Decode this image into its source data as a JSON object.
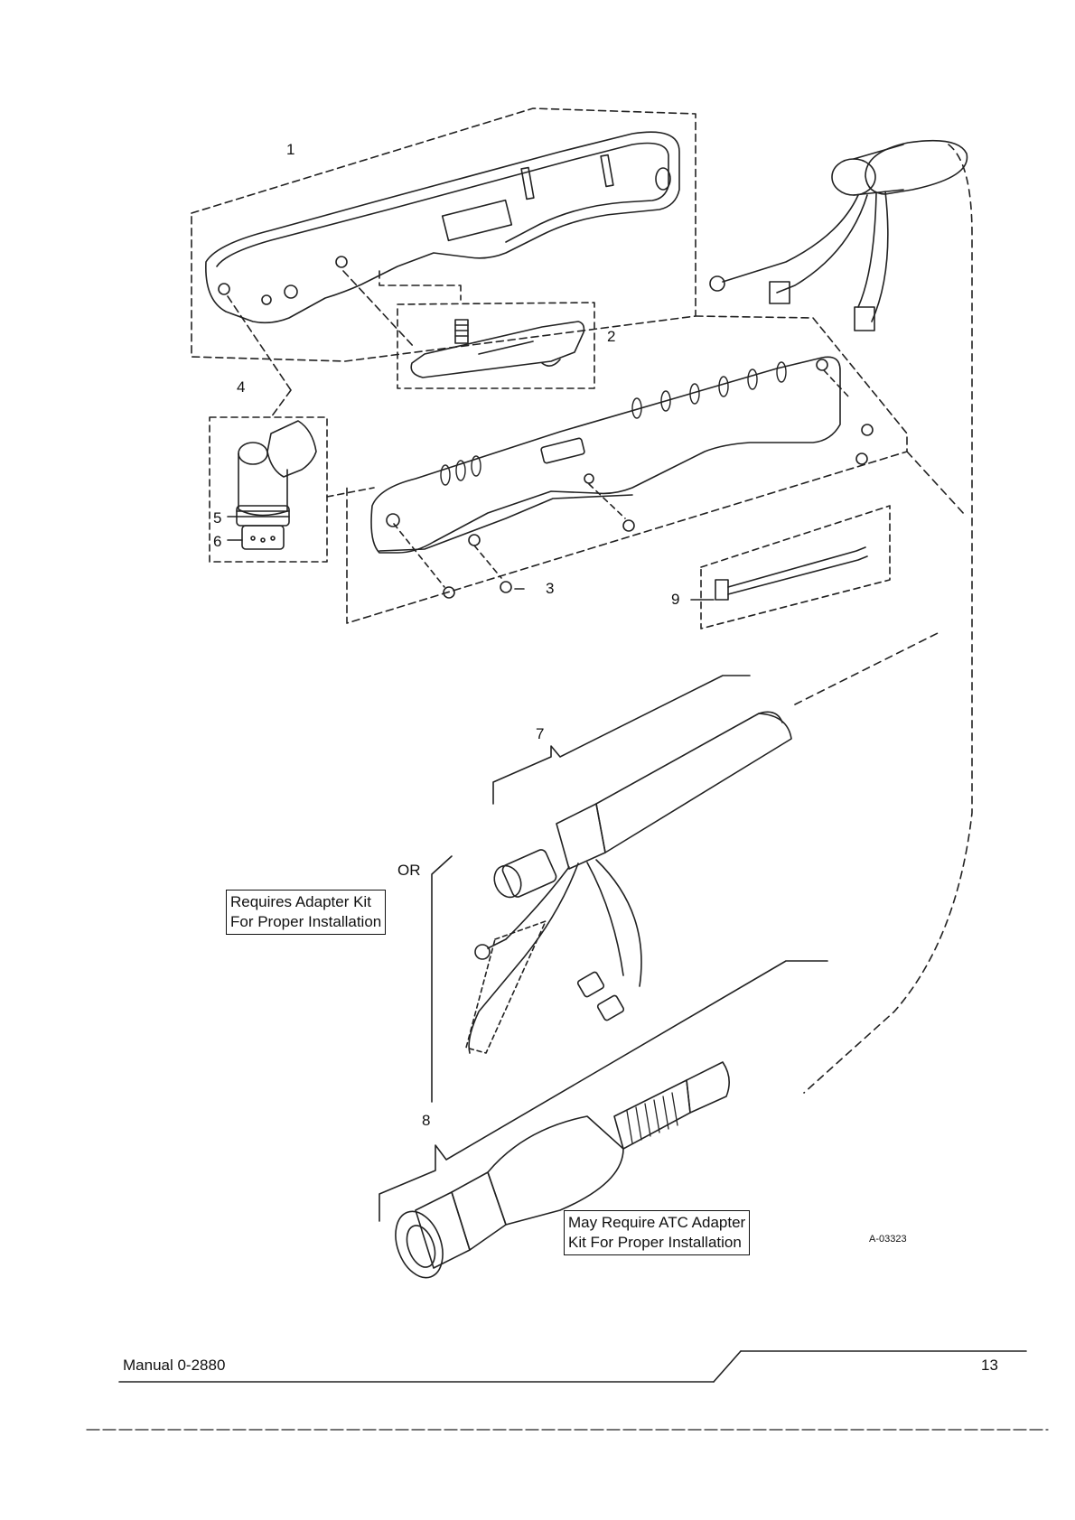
{
  "figure": {
    "callouts": [
      "1",
      "2",
      "3",
      "4",
      "5",
      "6",
      "7",
      "8",
      "9"
    ],
    "or_label": "OR",
    "note_adapter_kit": [
      "Requires Adapter Kit",
      "For Proper Installation"
    ],
    "note_atc_adapter": [
      "May Require ATC Adapter",
      "Kit For Proper Installation"
    ],
    "figure_id": "A-03323"
  },
  "footer": {
    "manual": "Manual 0-2880",
    "page_number": "13"
  }
}
